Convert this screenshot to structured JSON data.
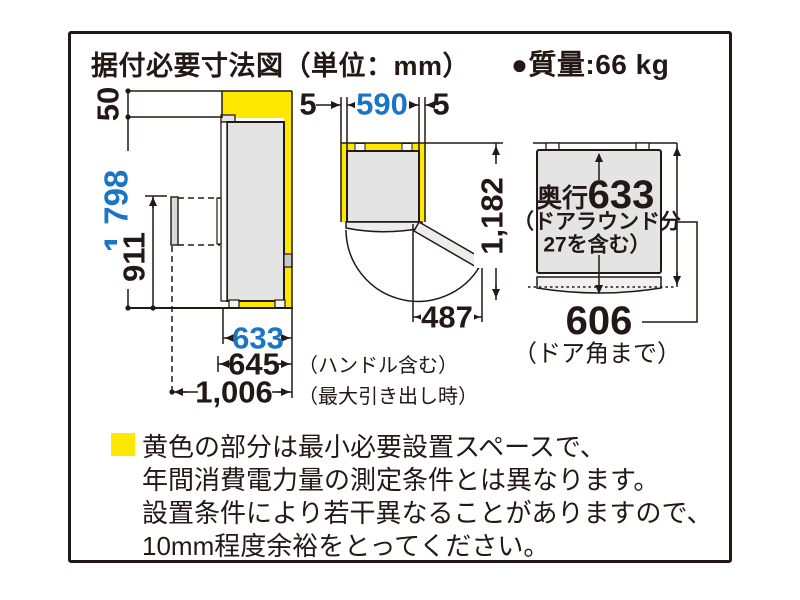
{
  "header": {
    "title": "据付必要寸法図（単位：mm）",
    "mass": "●質量:66 kg"
  },
  "colors": {
    "min_space_yellow": "#ffe800",
    "dimension_blue": "#1c74c5",
    "line_black": "#231815"
  },
  "side_view": {
    "top_clearance": "50",
    "height": "1,798",
    "drawer_pull_height": "911",
    "depth": "633",
    "depth_with_handle": "645",
    "note_handle": "（ハンドル含む）",
    "depth_max_drawer": "1,006",
    "note_max_drawer": "（最大引き出し時）"
  },
  "top_view": {
    "gap_left": "5",
    "width": "590",
    "gap_right": "5",
    "open_depth": "1,182",
    "door_open_width": "487"
  },
  "depth_view": {
    "label": "奥行",
    "value": "633",
    "round_line1": "（ドアラウンド分",
    "round_line2": "27を含む）",
    "corner_value": "606",
    "corner_note": "（ドア角まで）"
  },
  "note": {
    "lines": [
      "黄色の部分は最小必要設置スペースで、",
      "年間消費電力量の測定条件とは異なります。",
      "設置条件により若干異なることがありますので、",
      "10mm程度余裕をとってください。"
    ]
  }
}
